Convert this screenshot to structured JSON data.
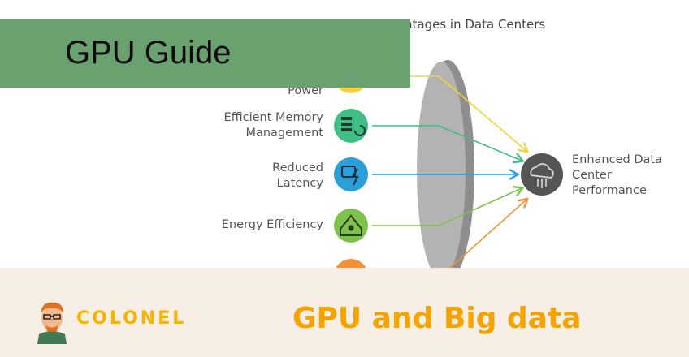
{
  "banner": {
    "title": "GPU Guide"
  },
  "diagram": {
    "title_fragment": "ntages in Data Centers",
    "inputs": [
      {
        "label_lines": [
          "Power"
        ],
        "color": "#f3d23a",
        "icon": "power-icon"
      },
      {
        "label_lines": [
          "Efficient Memory",
          "Management"
        ],
        "color": "#3fbf84",
        "icon": "memory-icon"
      },
      {
        "label_lines": [
          "Reduced",
          "Latency"
        ],
        "color": "#2a9fd8",
        "icon": "latency-icon"
      },
      {
        "label_lines": [
          "Energy Efficiency"
        ],
        "color": "#7fc24a",
        "icon": "energy-icon"
      },
      {
        "label_lines": [],
        "color": "#f0923a",
        "icon": "scalability-icon"
      }
    ],
    "output": {
      "label_lines": [
        "Enhanced Data",
        "Center",
        "Performance"
      ],
      "icon": "cloud-icon",
      "color": "#555555"
    }
  },
  "footer": {
    "brand": "COLONEL",
    "subtitle": "GPU and Big data",
    "brand_color": "#f4b400",
    "subtitle_color": "#f4a300"
  }
}
